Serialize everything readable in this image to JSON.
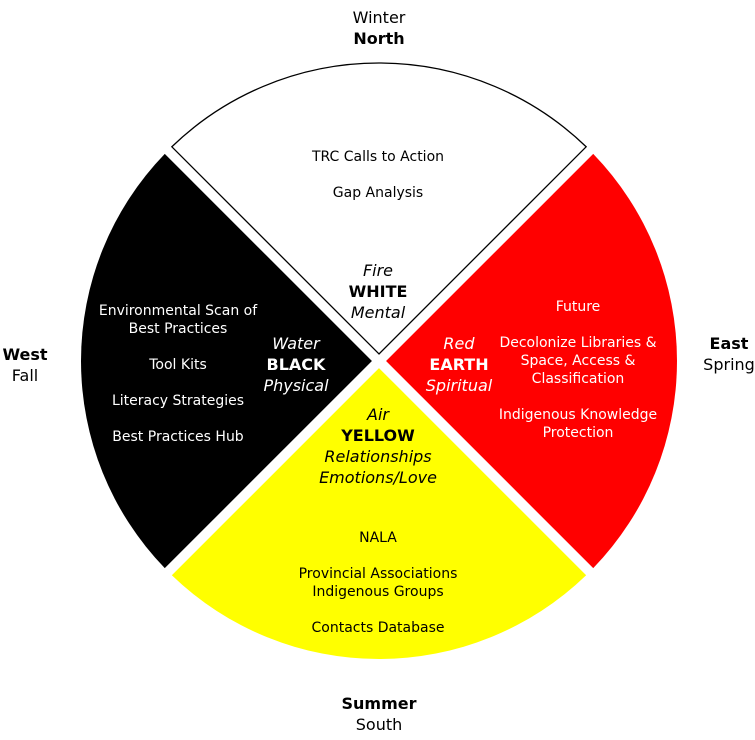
{
  "colors": {
    "north": "#ffffff",
    "east": "#ff0000",
    "south": "#ffff00",
    "west": "#000000",
    "outline": "#000000"
  },
  "directions": {
    "north": {
      "season": "Winter",
      "direction": "North"
    },
    "east": {
      "direction": "East",
      "season": "Spring"
    },
    "south": {
      "direction": "Summer",
      "season": "South"
    },
    "west": {
      "direction": "West",
      "season": "Fall"
    }
  },
  "quadrants": {
    "north": {
      "element": "Fire",
      "color": "WHITE",
      "aspect": "Mental",
      "items": [
        "TRC Calls to Action",
        "Gap Analysis"
      ]
    },
    "east": {
      "element": "Red",
      "color": "EARTH",
      "aspect": "Spiritual",
      "items": [
        "Future",
        "Decolonize Libraries & Space, Access & Classification",
        "Indigenous Knowledge Protection"
      ]
    },
    "south": {
      "element": "Air",
      "color": "YELLOW",
      "aspect": "Relationships",
      "aspect2": "Emotions/Love",
      "items": [
        "NALA",
        "Provincial Associations Indigenous Groups",
        "Contacts Database"
      ]
    },
    "west": {
      "element": "Water",
      "color": "BLACK",
      "aspect": "Physical",
      "items": [
        "Environmental Scan of Best Practices",
        "Tool Kits",
        "Literacy Strategies",
        "Best Practices Hub"
      ]
    }
  }
}
